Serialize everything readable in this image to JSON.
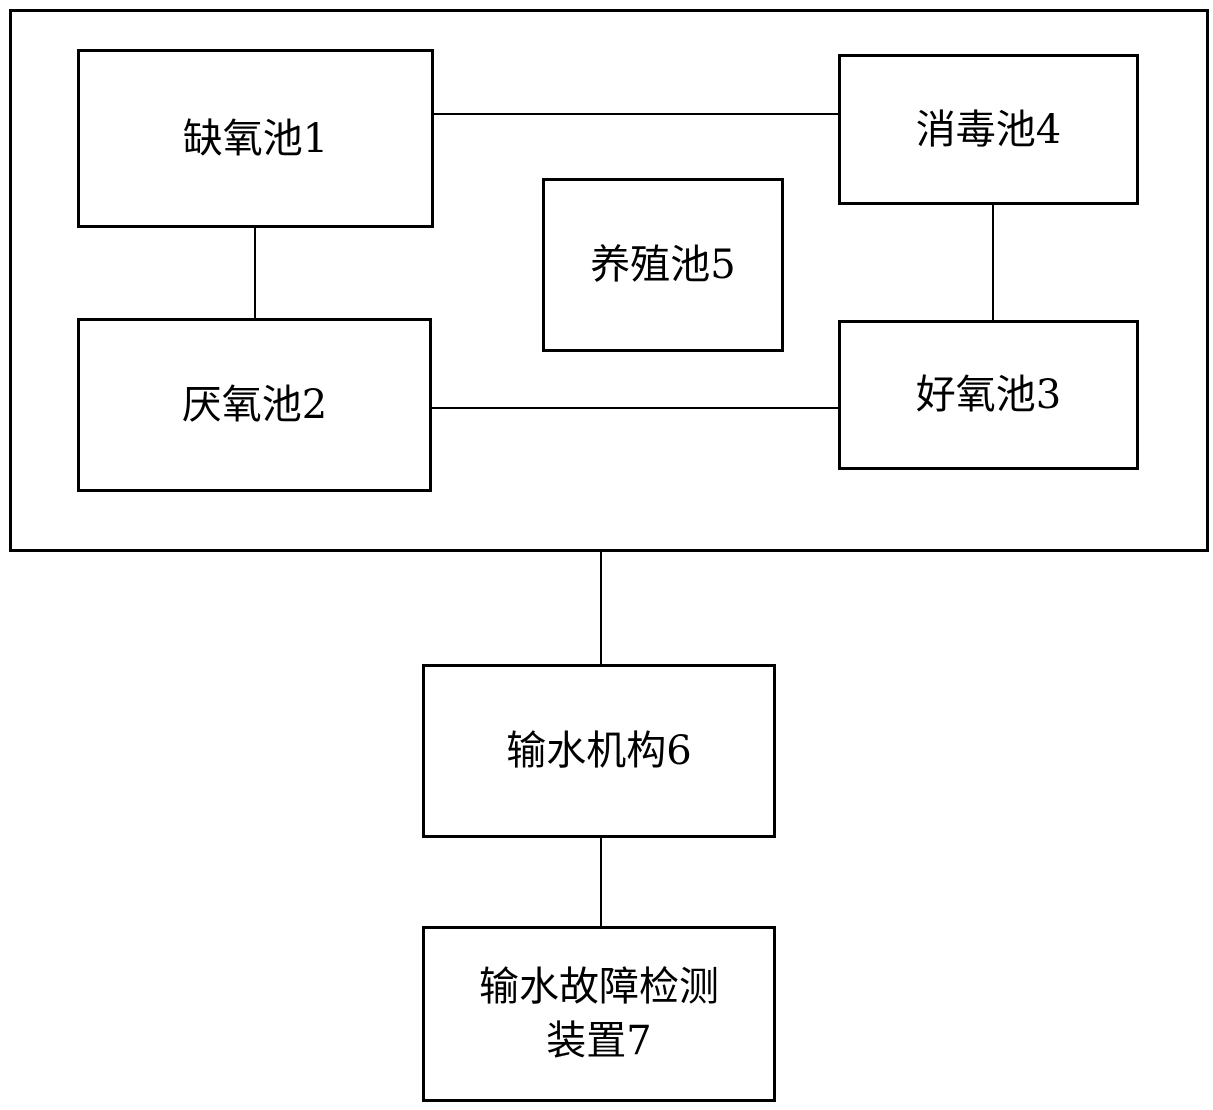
{
  "diagram": {
    "nodes": {
      "anoxic_tank": "缺氧池1",
      "anaerobic_tank": "厌氧池2",
      "aerobic_tank": "好氧池3",
      "disinfection_tank": "消毒池4",
      "breeding_tank": "养殖池5",
      "water_delivery": "输水机构6",
      "fault_detector": "输水故障检测\n装置7"
    },
    "edges": [
      [
        "anoxic_tank",
        "disinfection_tank"
      ],
      [
        "anoxic_tank",
        "anaerobic_tank"
      ],
      [
        "anaerobic_tank",
        "aerobic_tank"
      ],
      [
        "disinfection_tank",
        "aerobic_tank"
      ],
      [
        "tank_group",
        "water_delivery"
      ],
      [
        "water_delivery",
        "fault_detector"
      ]
    ]
  }
}
